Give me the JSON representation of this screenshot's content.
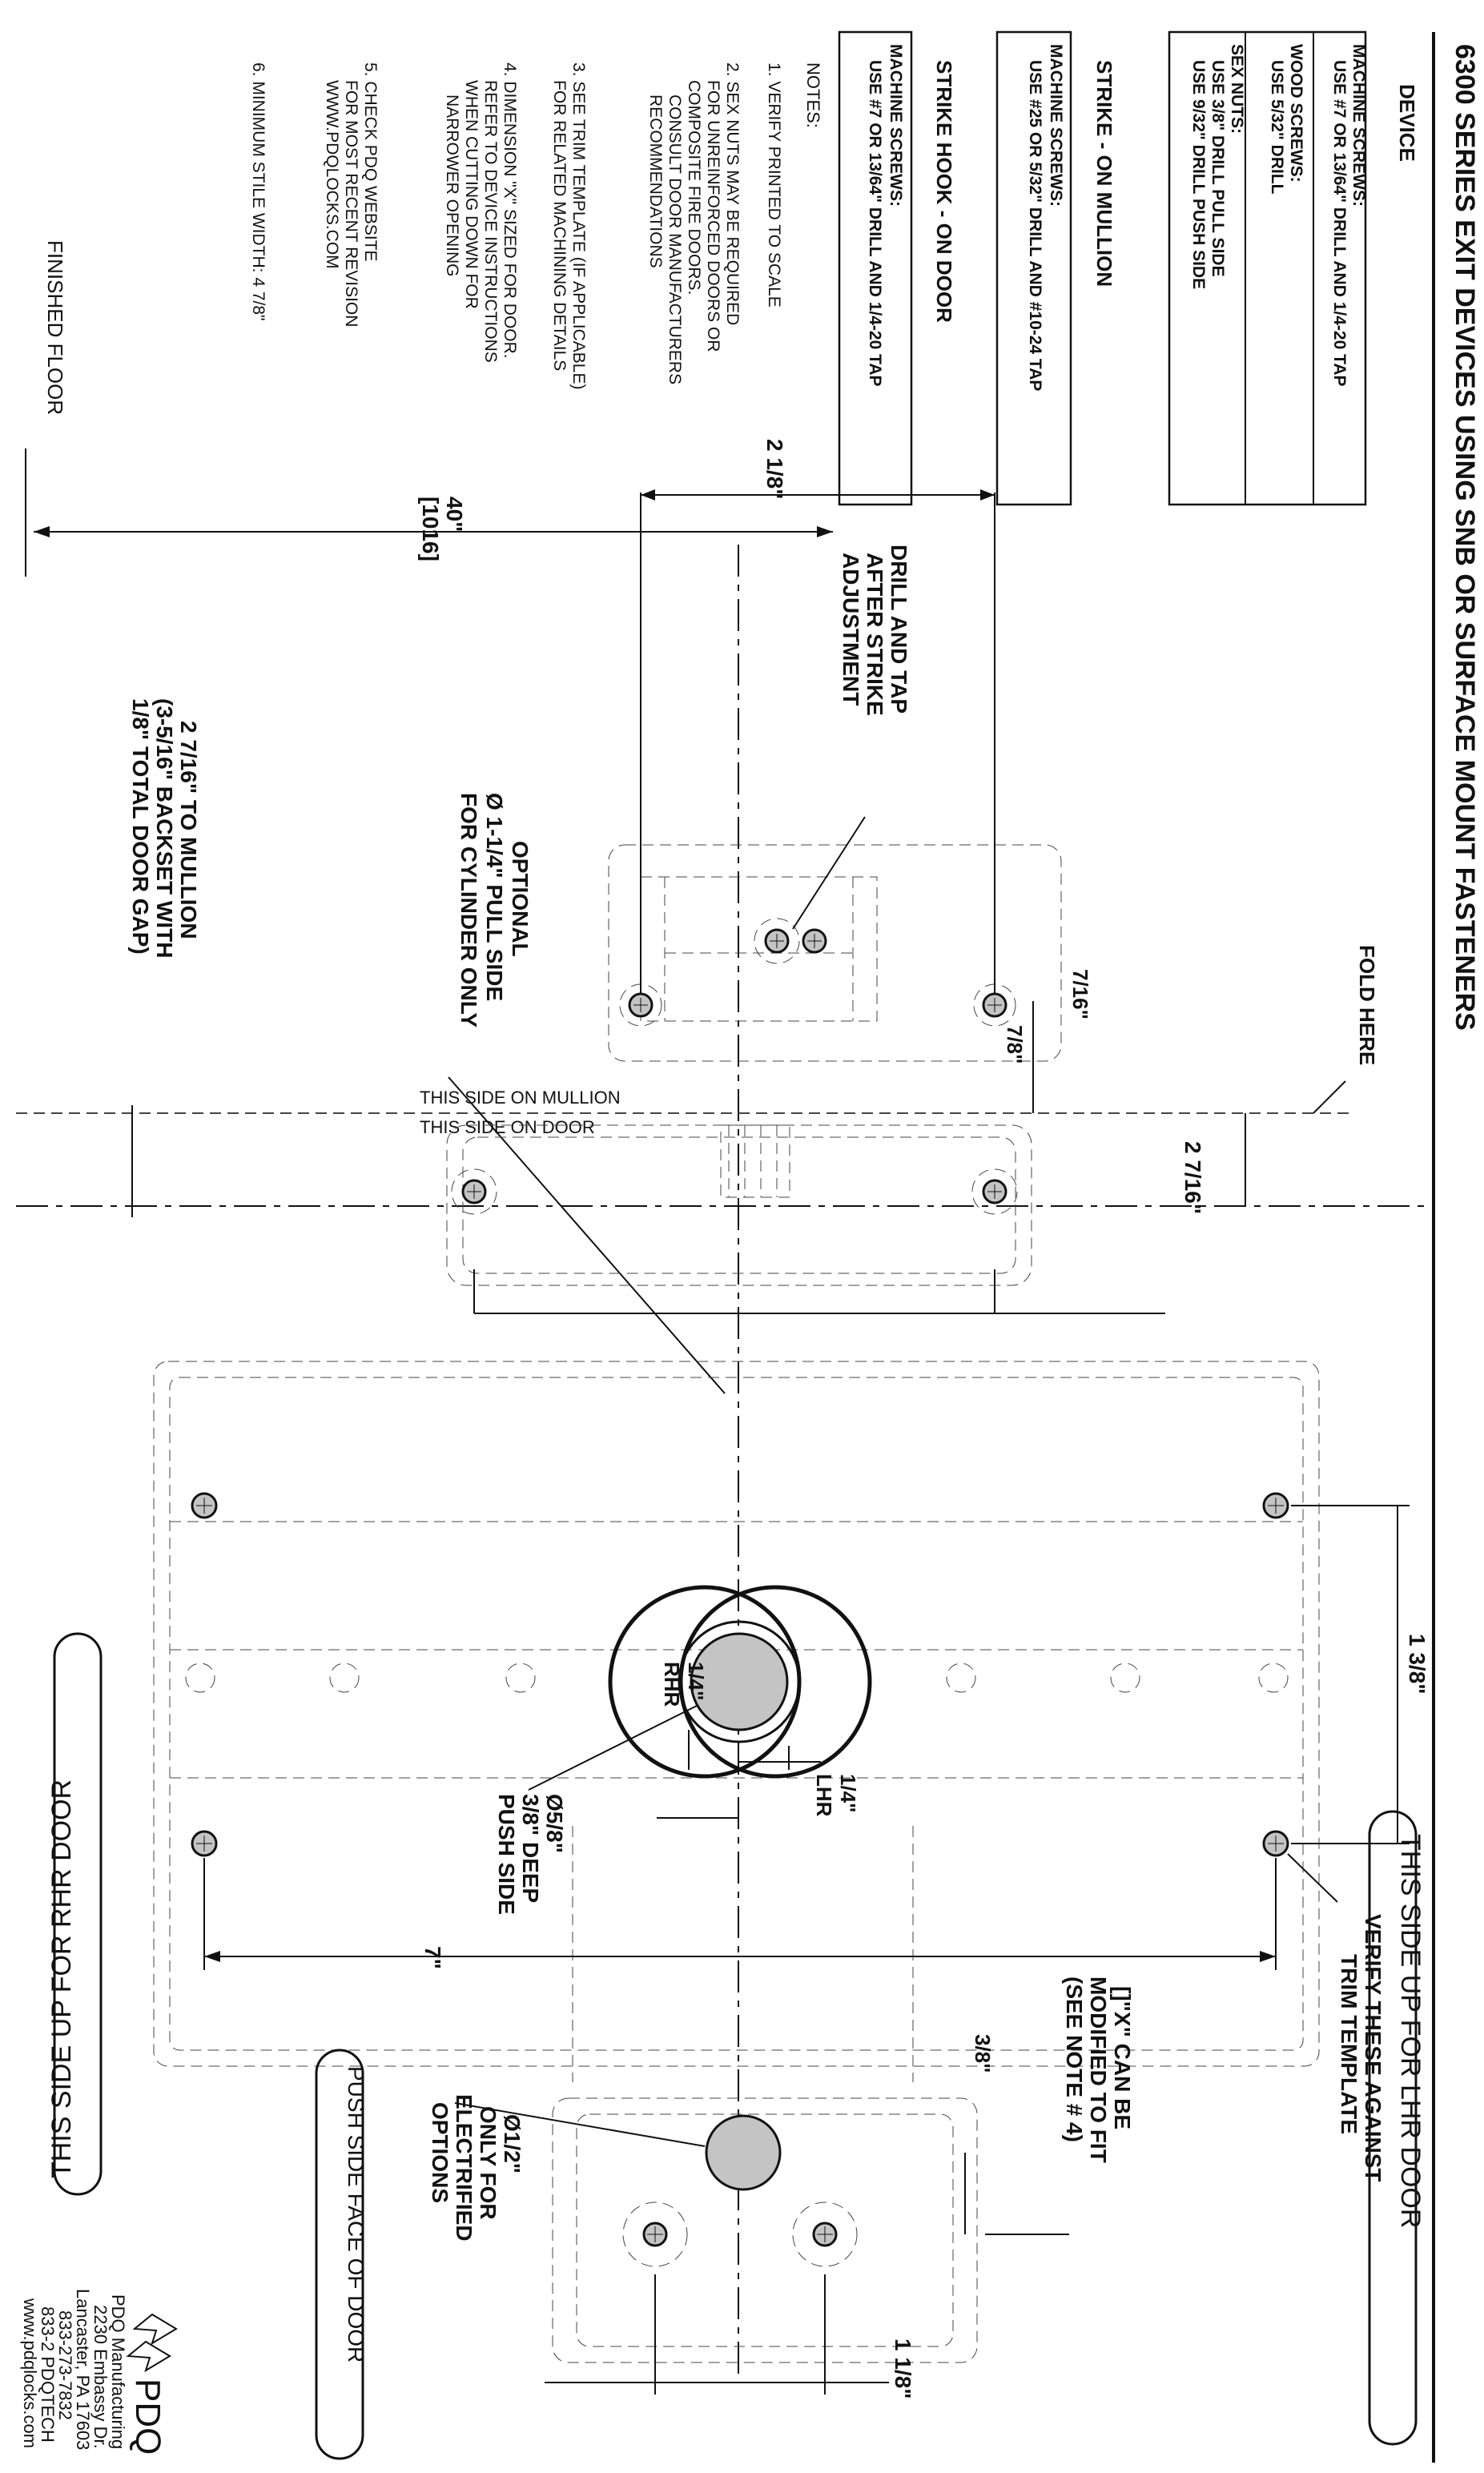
{
  "title": "6300 SERIES EXIT DEVICES USING SNB OR SURFACE MOUNT FASTENERS",
  "device": {
    "heading": "DEVICE",
    "rows": [
      [
        "MACHINE SCREWS:",
        "USE #7 OR 13/64\" DRILL AND 1/4-20 TAP"
      ],
      [
        "WOOD SCREWS:",
        "USE 5/32\" DRILL"
      ],
      [
        "SEX NUTS:",
        "USE 3/8\" DRILL PULL SIDE",
        "USE 9/32\" DRILL PUSH SIDE"
      ]
    ]
  },
  "strike_mullion": {
    "heading": "STRIKE - ON MULLION",
    "rows": [
      [
        "MACHINE SCREWS:",
        "USE #25 OR 5/32\" DRILL AND #10-24 TAP"
      ]
    ]
  },
  "strike_door": {
    "heading": "STRIKE HOOK - ON DOOR",
    "rows": [
      [
        "MACHINE SCREWS:",
        "USE #7 OR 13/64\" DRILL AND 1/4-20 TAP"
      ]
    ]
  },
  "notes": {
    "heading": "NOTES:",
    "items": [
      [
        "1. VERIFY PRINTED TO SCALE"
      ],
      [
        "2. SEX NUTS MAY BE REQUIRED",
        "FOR UNREINFORCED DOORS OR",
        "COMPOSITE FIRE DOORS.",
        "CONSULT DOOR MANUFACTURERS",
        "RECOMMENDATIONS"
      ],
      [
        "3. SEE TRIM TEMPLATE (IF APPLICABLE)",
        "FOR RELATED MACHINING DETAILS"
      ],
      [
        "4. DIMENSION \"X\" SIZED FOR DOOR.",
        "REFER TO DEVICE INSTRUCTIONS",
        "WHEN CUTTING DOWN FOR",
        "NARROWER OPENING"
      ],
      [
        "5. CHECK PDQ WEBSITE",
        "FOR MOST RECENT REVISION",
        "WWW.PDQLOCKS.COM"
      ],
      [
        "6. MINIMUM STILE WIDTH: 4 7/8\""
      ]
    ]
  },
  "labels": {
    "finished_floor": "FINISHED FLOOR",
    "height_in": "40\"",
    "height_mm": "[1016]",
    "dim_2_1_8": "2 1/8\"",
    "drill_tap": [
      "DRILL AND TAP",
      "AFTER STRIKE",
      "ADJUSTMENT"
    ],
    "optional_cyl": [
      "OPTIONAL",
      "Ø 1-1/4\" PULL SIDE",
      "FOR CYLINDER ONLY"
    ],
    "mullion_note": [
      "2 7/16\" TO MULLION",
      "(3-5/16\" BACKSET WITH",
      "1/8\" TOTAL DOOR GAP)"
    ],
    "fold_here": "FOLD HERE",
    "dim_7_16": "7/16\"",
    "dim_7_8": "7/8\"",
    "side_mullion": "THIS SIDE ON MULLION",
    "side_door": "THIS SIDE ON DOOR",
    "dim_2_7_16": "2 7/16\"",
    "dim_1_3_8": "1 3/8\"",
    "verify": [
      "VERIFY THESE AGAINST",
      "TRIM TEMPLATE"
    ],
    "lhr_off": [
      "1/4\"",
      "LHR"
    ],
    "rhr_off": [
      "1/4\"",
      "RHR"
    ],
    "push_hole": [
      "Ø5/8\"",
      "3/8\" DEEP",
      "PUSH SIDE"
    ],
    "dim_7": "7\"",
    "x_note": [
      "[]\"X\" CAN BE",
      "MODIFIED TO FIT",
      "(SEE NOTE # 4)"
    ],
    "dim_3_8": "3/8\"",
    "elec_note": [
      "Ø1/2\"",
      "ONLY FOR",
      "ELECTRIFIED",
      "OPTIONS"
    ],
    "dim_1_1_8": "1 1/8\"",
    "lhr_door": "THIS SIDE UP FOR  LHR DOOR",
    "rhr_door": "THIS SIDE UP FOR  RHR DOOR",
    "push_face": "PUSH SIDE FACE OF DOOR"
  },
  "company": {
    "logo_text": "PDQ",
    "lines": [
      "PDQ Manufacturing",
      "2230 Embassy Dr.",
      "Lancaster, PA 17603",
      "833-273-7832",
      "833-2 PDQTECH",
      "www.pdqlocks.com"
    ]
  }
}
